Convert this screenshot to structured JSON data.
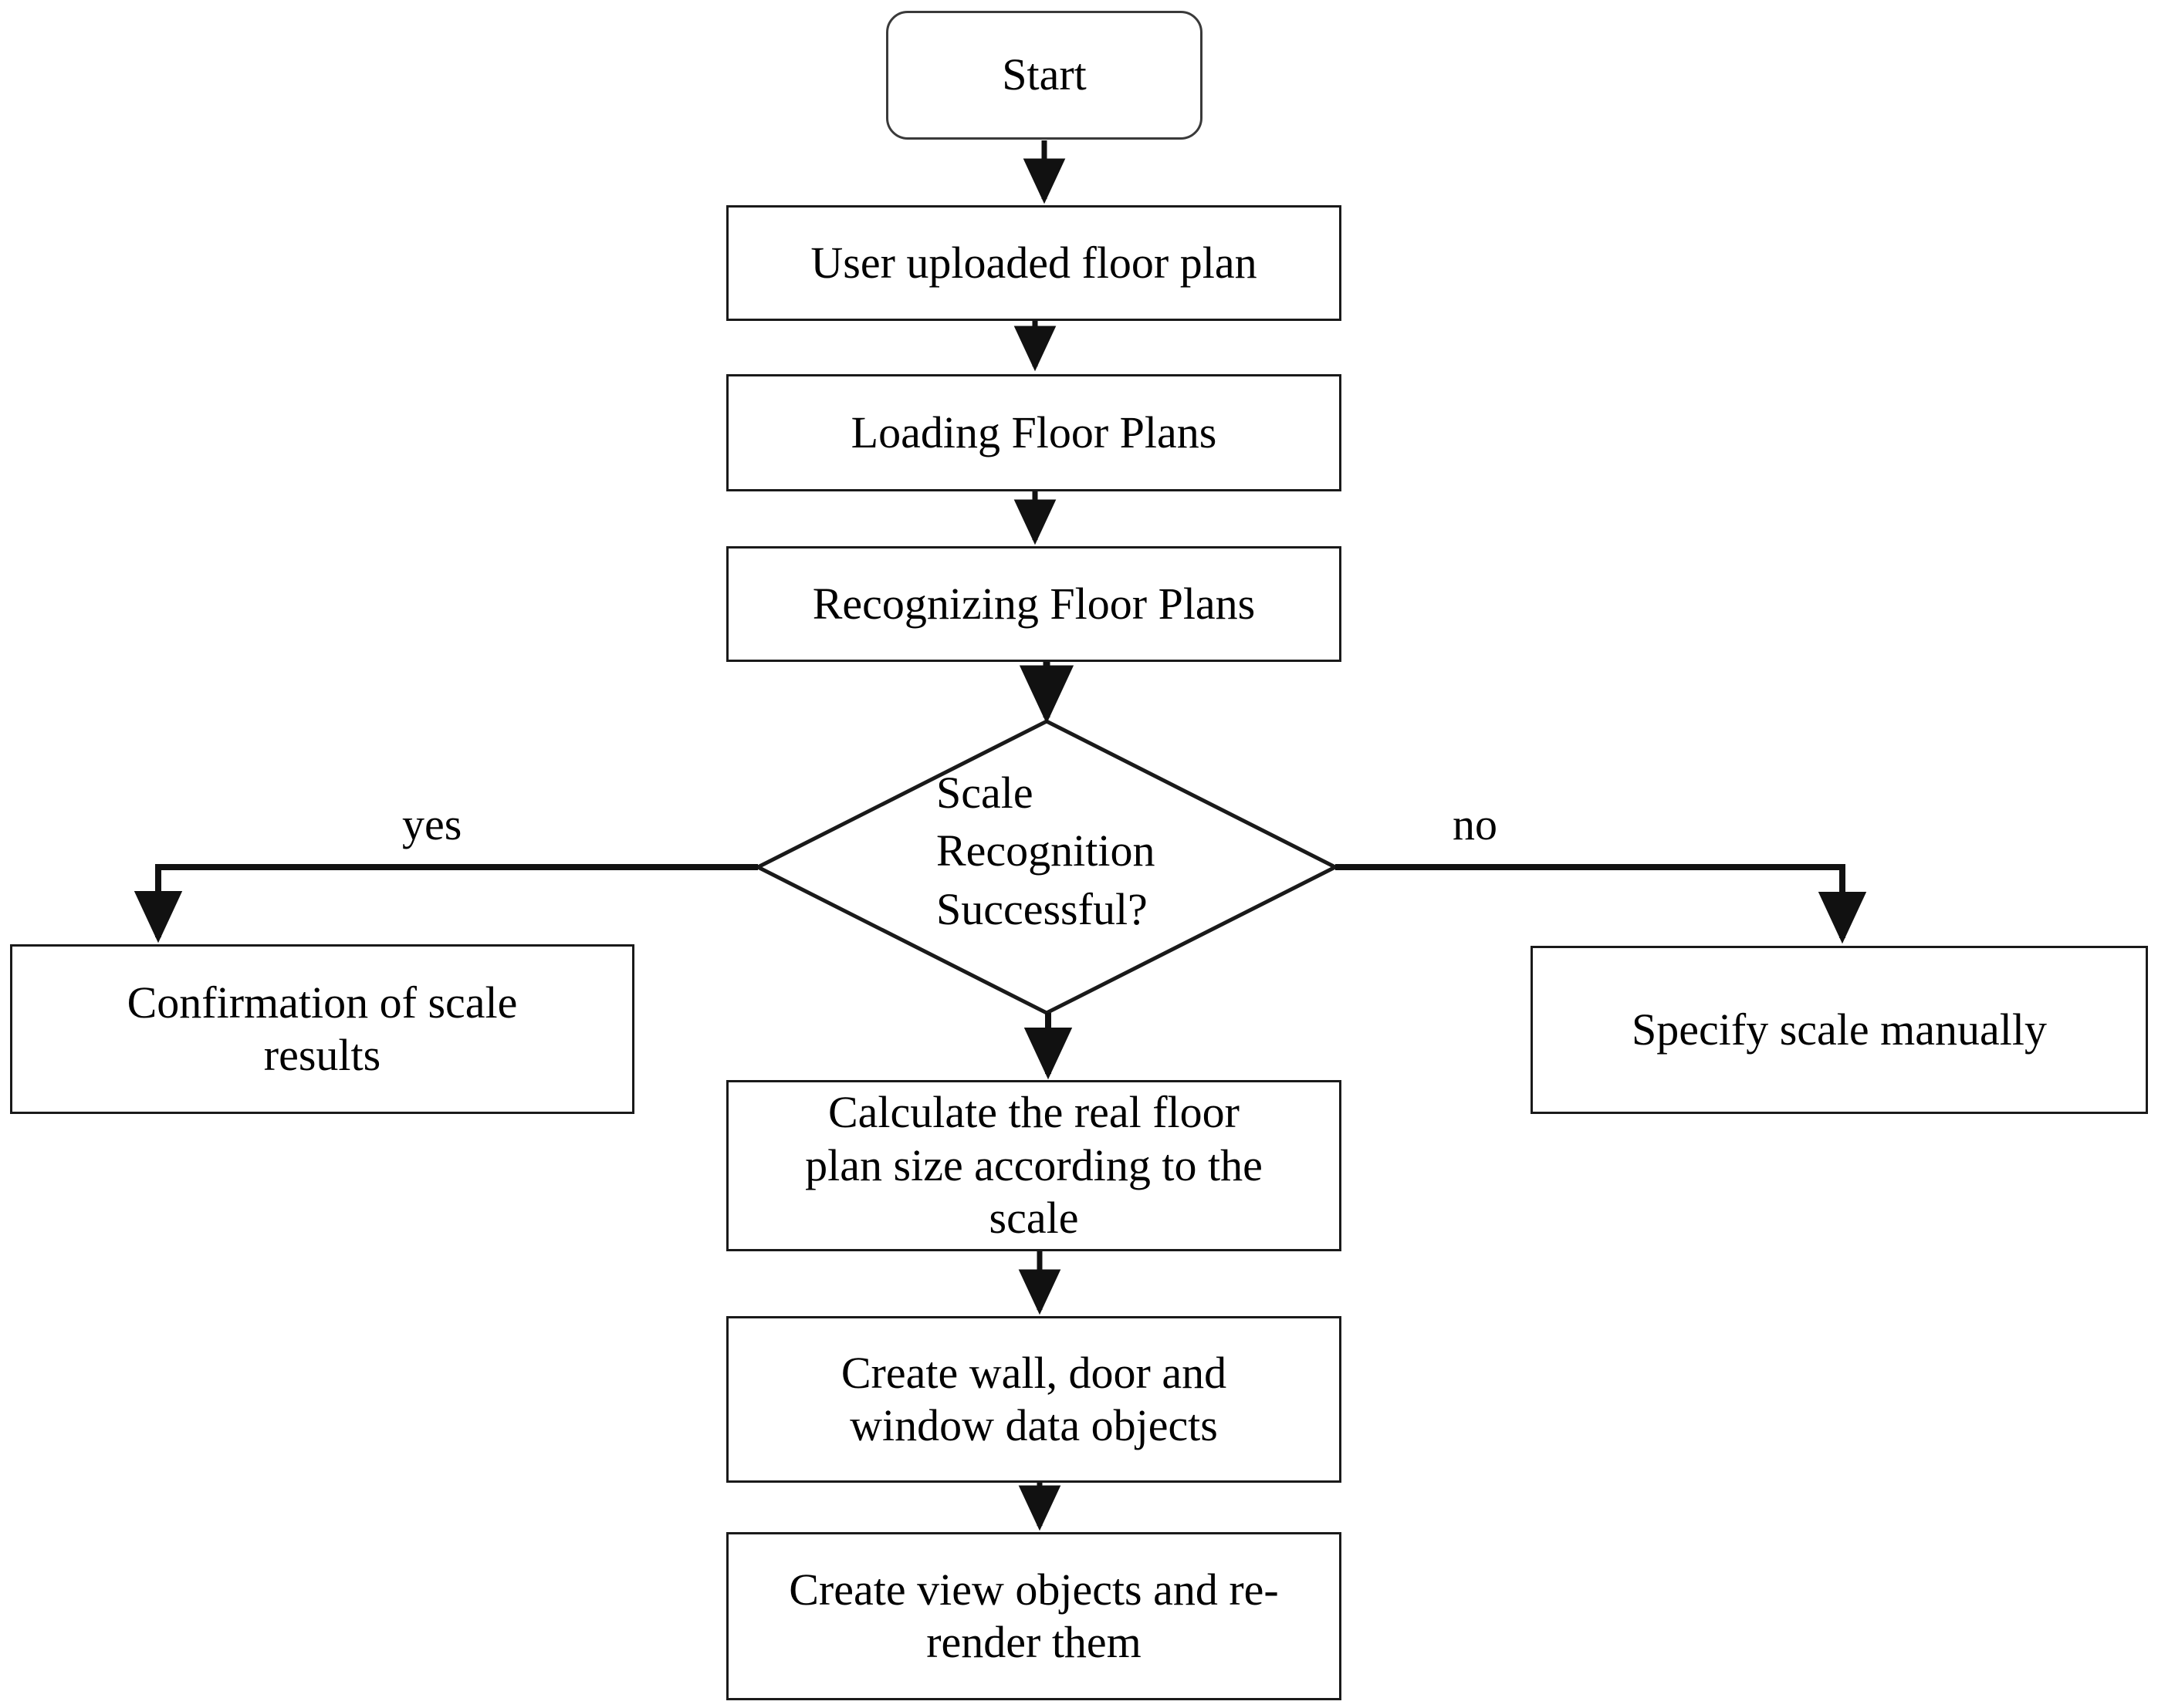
{
  "diagram": {
    "type": "flowchart",
    "title": "Floor plan scale recognition flowchart",
    "colors": {
      "stroke": "#1a1a1a",
      "terminator_stroke": "#3a3a3a",
      "fill": "#ffffff",
      "text": "#000000"
    },
    "nodes": {
      "start": {
        "label": "Start",
        "shape": "terminator"
      },
      "upload": {
        "label": "User uploaded floor plan",
        "shape": "process"
      },
      "loading": {
        "label": "Loading Floor Plans",
        "shape": "process"
      },
      "recognizing": {
        "label": "Recognizing Floor Plans",
        "shape": "process"
      },
      "decision": {
        "label": "Scale\nRecognition\nSuccessful?",
        "shape": "diamond"
      },
      "confirm": {
        "label": "Confirmation of scale\nresults",
        "shape": "process"
      },
      "manual": {
        "label": "Specify scale manually",
        "shape": "process"
      },
      "calculate": {
        "label": "Calculate the real floor\nplan size according to the\nscale",
        "shape": "process"
      },
      "create_data": {
        "label": "Create wall, door and\nwindow data objects",
        "shape": "process"
      },
      "create_view": {
        "label": "Create view objects and re-\nrender them",
        "shape": "process"
      }
    },
    "edge_labels": {
      "yes": "yes",
      "no": "no"
    },
    "edges": [
      {
        "from": "start",
        "to": "upload",
        "label": ""
      },
      {
        "from": "upload",
        "to": "loading",
        "label": ""
      },
      {
        "from": "loading",
        "to": "recognizing",
        "label": ""
      },
      {
        "from": "recognizing",
        "to": "decision",
        "label": ""
      },
      {
        "from": "decision",
        "to": "confirm",
        "label": "yes"
      },
      {
        "from": "decision",
        "to": "manual",
        "label": "no"
      },
      {
        "from": "decision",
        "to": "calculate",
        "label": ""
      },
      {
        "from": "calculate",
        "to": "create_data",
        "label": ""
      },
      {
        "from": "create_data",
        "to": "create_view",
        "label": ""
      }
    ]
  }
}
